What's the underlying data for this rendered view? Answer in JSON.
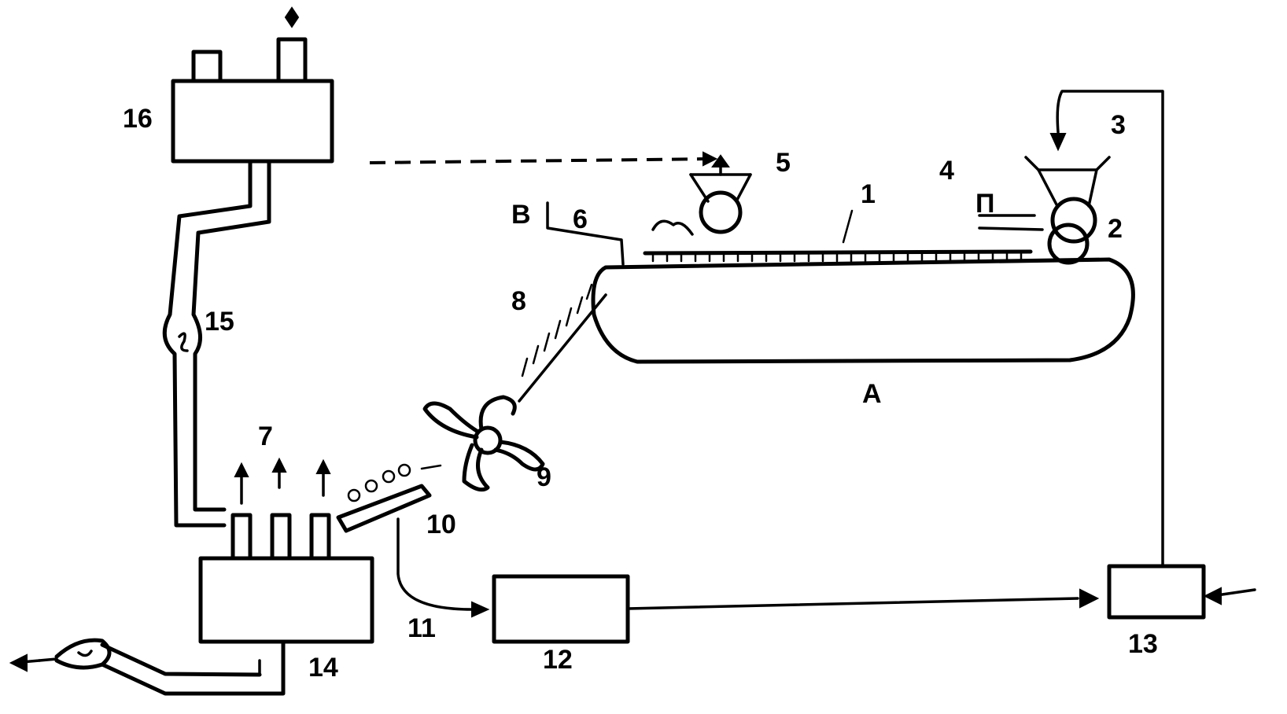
{
  "diagram": {
    "labels": {
      "n1": "1",
      "n2": "2",
      "n3": "3",
      "n4": "4",
      "n5": "5",
      "n6": "6",
      "n7": "7",
      "n8": "8",
      "n9": "9",
      "n10": "10",
      "n11": "11",
      "n12": "12",
      "n13": "13",
      "n14": "14",
      "n15": "15",
      "n16": "16",
      "A": "A",
      "B": "B",
      "P": "П"
    }
  }
}
